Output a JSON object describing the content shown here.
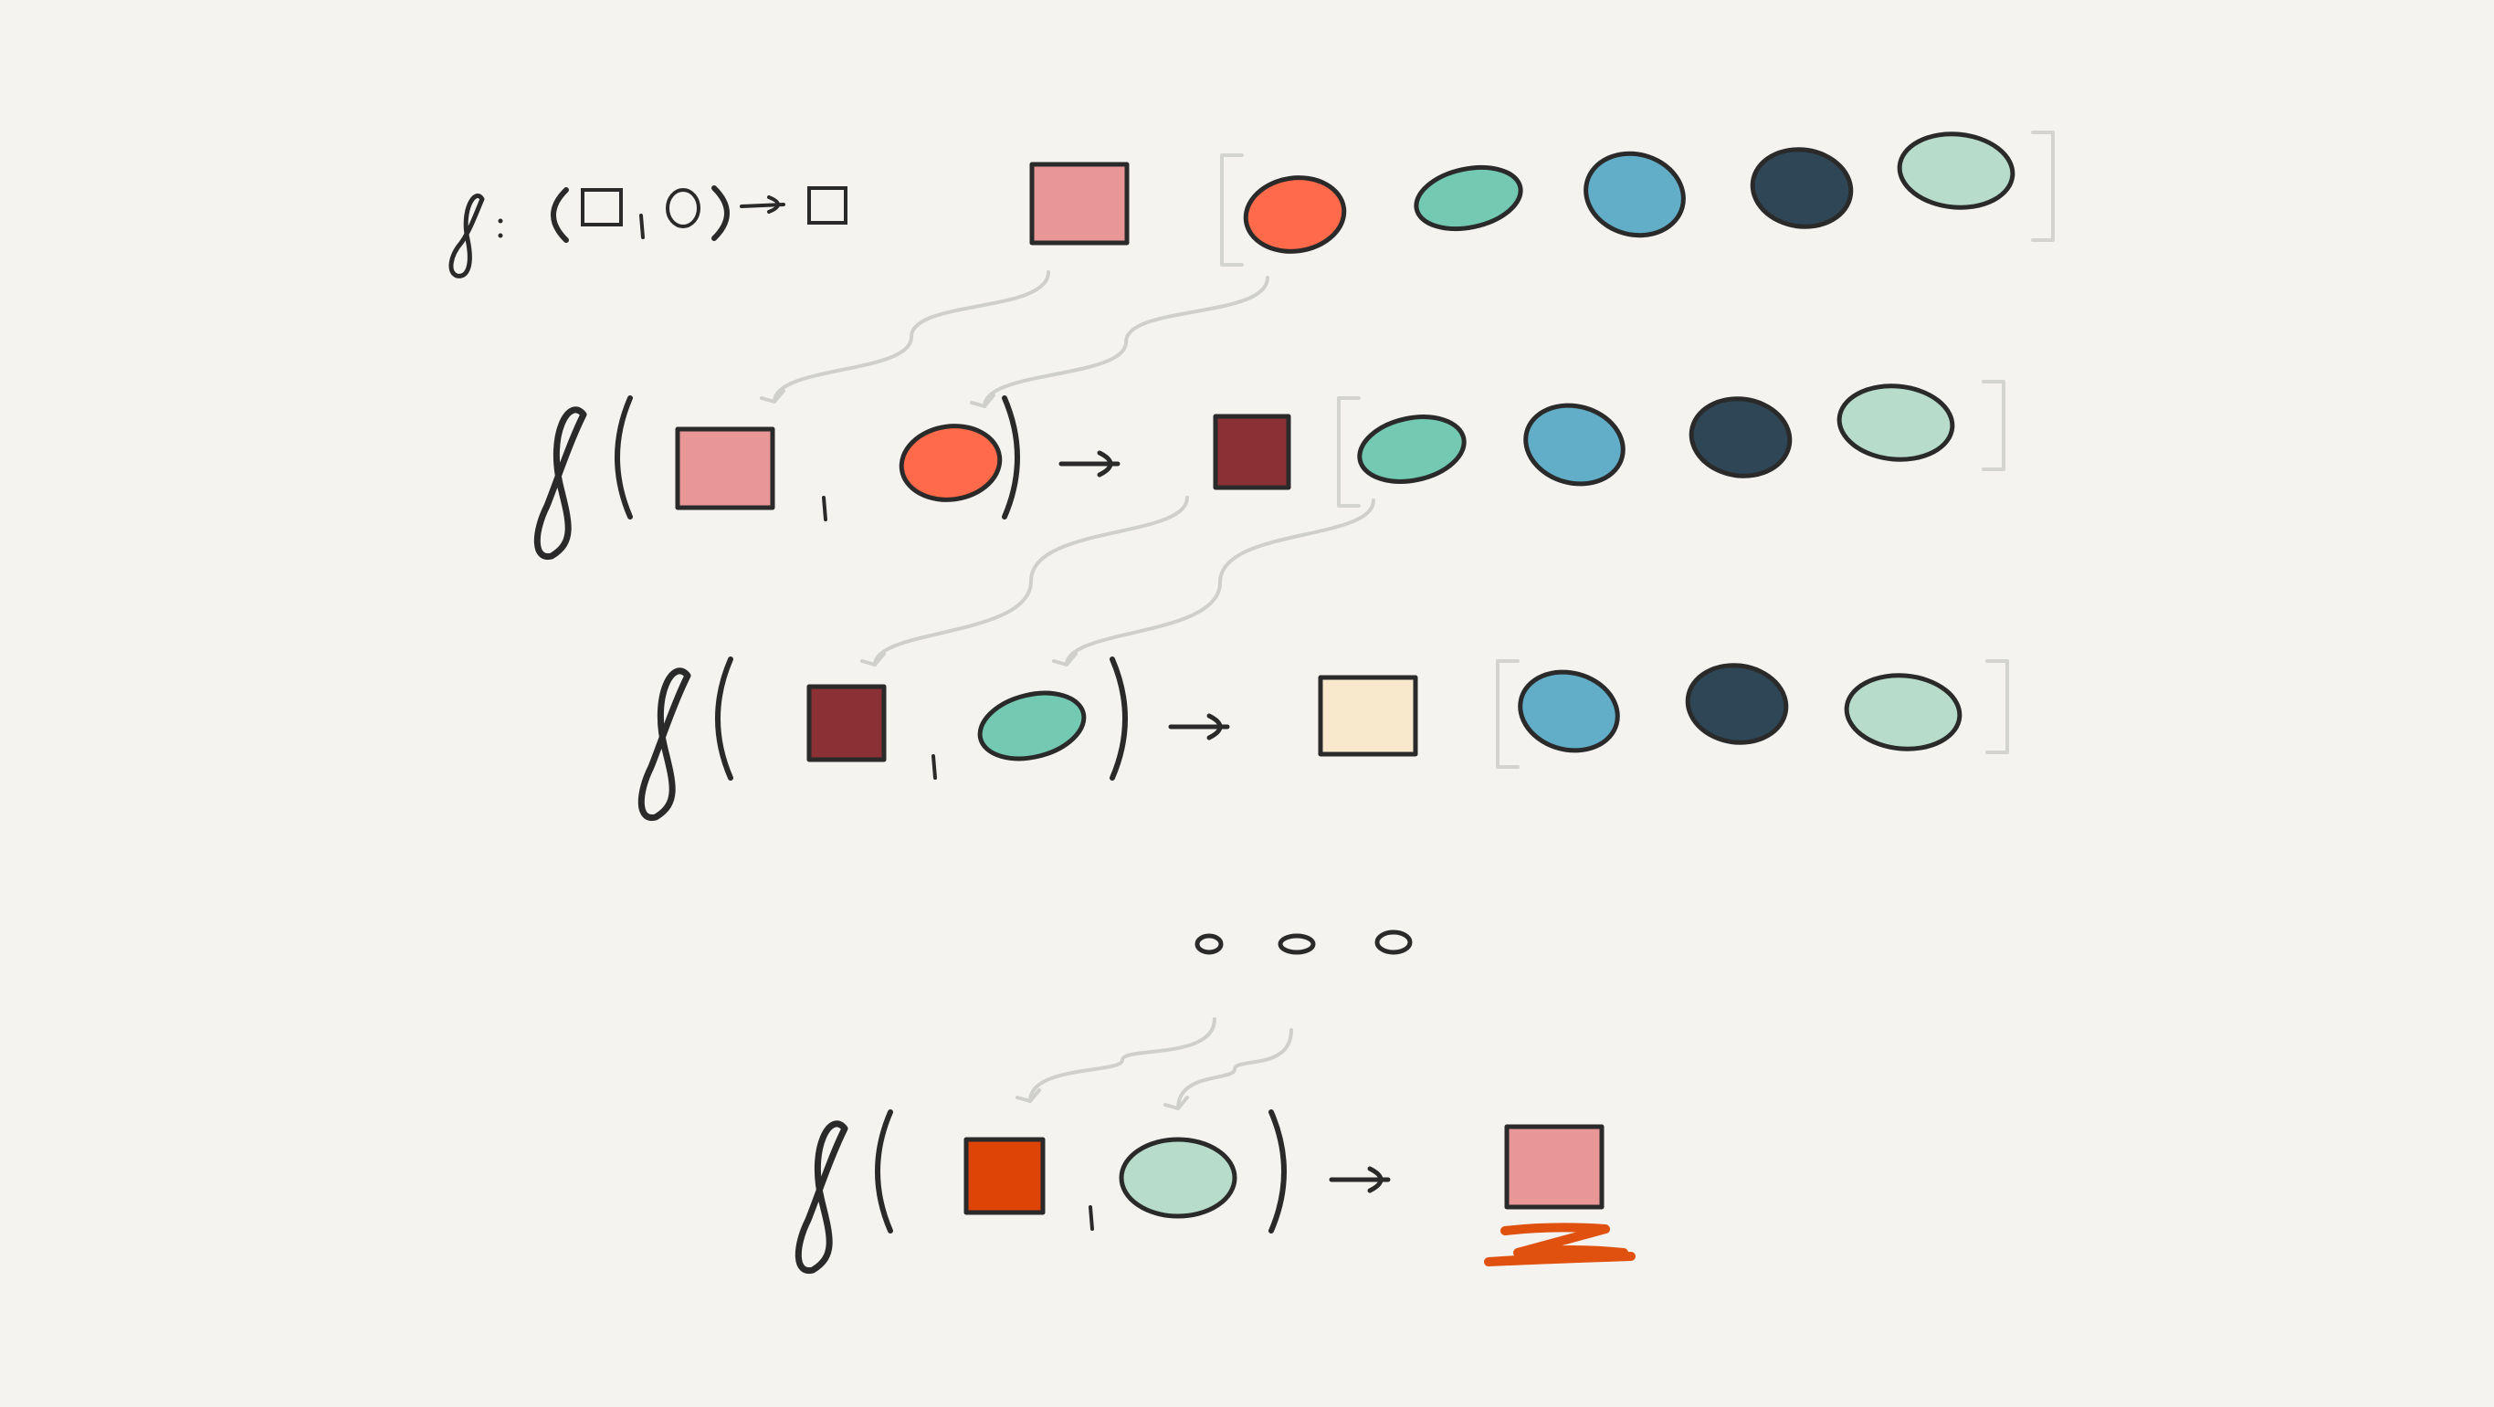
{
  "palette": {
    "background": "#f4f3ef",
    "ink": "#2a2a2a",
    "connector": "#cfcfcb",
    "bracket": "#d3d3cf",
    "underline": "#e0500f"
  },
  "signature": {
    "function_glyph": "f-script-glyph",
    "input_glyphs": [
      "square-outline-icon",
      "circle-outline-icon"
    ],
    "output_glyph": "square-outline-icon"
  },
  "rows": [
    {
      "kind": "initial",
      "accumulator": {
        "shape": "square",
        "color": "#e89696"
      },
      "list": [
        "#ff6b4a",
        "#73c9b1",
        "#62adc7",
        "#2e4656",
        "#b8dccb"
      ]
    },
    {
      "kind": "step",
      "input_square": {
        "shape": "square",
        "color": "#e89696"
      },
      "input_circle": {
        "shape": "circle",
        "color": "#ff6b4a"
      },
      "result": {
        "shape": "square",
        "color": "#8b3034"
      },
      "remaining": [
        "#73c9b1",
        "#62adc7",
        "#2e4656",
        "#b8dccb"
      ]
    },
    {
      "kind": "step",
      "input_square": {
        "shape": "square",
        "color": "#8b3034"
      },
      "input_circle": {
        "shape": "circle",
        "color": "#73c9b1"
      },
      "result": {
        "shape": "square",
        "color": "#f8e8cc"
      },
      "remaining": [
        "#62adc7",
        "#2e4656",
        "#b8dccb"
      ]
    },
    {
      "kind": "ellipsis",
      "dots": 3
    },
    {
      "kind": "final",
      "input_square": {
        "shape": "square",
        "color": "#dd4405"
      },
      "input_circle": {
        "shape": "circle",
        "color": "#b8dccb"
      },
      "result": {
        "shape": "square",
        "color": "#e89696"
      },
      "result_highlight": "underline"
    }
  ]
}
